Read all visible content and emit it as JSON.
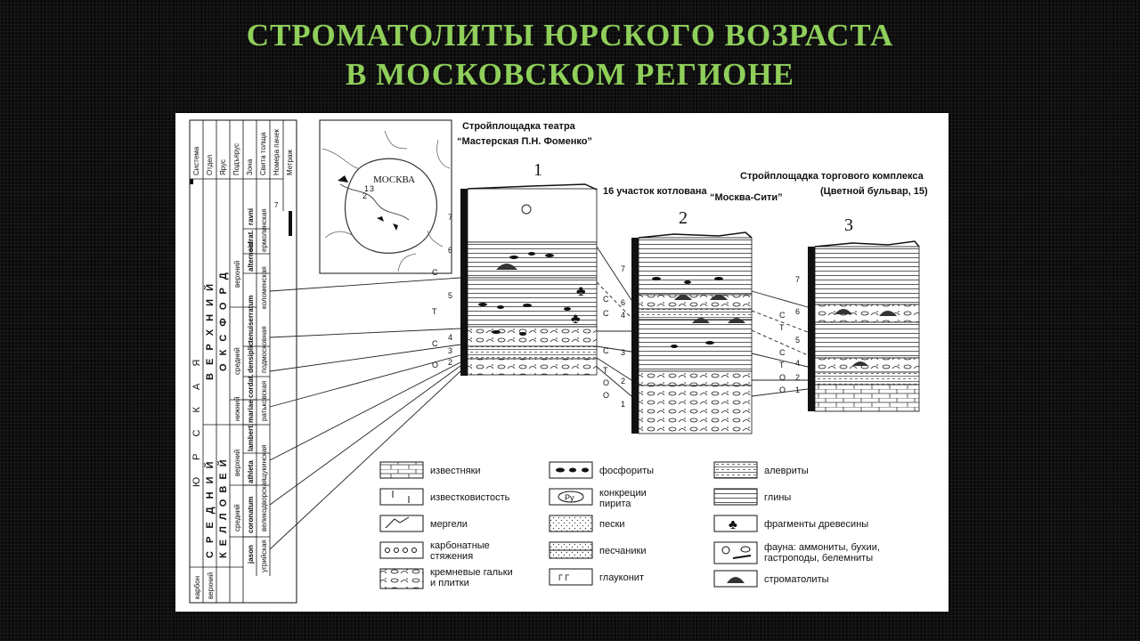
{
  "title": {
    "line1": "СТРОМАТОЛИТЫ ЮРСКОГО ВОЗРАСТА",
    "line2": "В МОСКОВСКОМ РЕГИОНЕ",
    "color": "#8fcf5a"
  },
  "strat_headers": [
    "Система",
    "Отдел",
    "Ярус",
    "Подъярус",
    "Зона",
    "Свита толща",
    "Номера пачек",
    "Метраж"
  ],
  "strat_labels": {
    "jura": "Ю  Р  С  К  А  Я",
    "upper": "В Е Р Х Н И Й",
    "middle": "С Р Е Д Н И Й",
    "oxford": "О К С Ф О Р Д",
    "callov": "К Е Л Л О В Е Й",
    "upper_substage": "верхний",
    "middle_substage": "средний",
    "lower_substage": "нижний",
    "callov_upper": "верхний",
    "callov_middle": "средний",
    "carbon": "карбон",
    "carbon_upper": "верхний",
    "zones": [
      "ravni",
      "serrat.",
      "alternoid.",
      "tenuiserratum",
      "densiplic.",
      "cordat.",
      "mariae",
      "lamberti",
      "athleta",
      "coronatum",
      "jason"
    ],
    "suites": [
      "ермолинская",
      "коломенская",
      "подмосковная",
      "ратьковская",
      "щукинская",
      "великодворская",
      "угрийская"
    ],
    "pack_number": "7"
  },
  "map": {
    "label": "МОСКВА"
  },
  "sections": [
    {
      "number": "1",
      "title_line1": "Стройплощадка театра",
      "title_line2": "“Мастерская П.Н. Фоменко”",
      "packs": [
        "7",
        "6",
        "5",
        "4",
        "3",
        "2"
      ],
      "markers": [
        "С",
        "Т",
        "С",
        "О"
      ]
    },
    {
      "number": "2",
      "title": "16 участок котлована",
      "subtitle": "“Москва-Сити”",
      "packs": [
        "7",
        "6",
        "4",
        "3",
        "2",
        "1"
      ],
      "markers": [
        "С",
        "С",
        "С",
        "Т",
        "О",
        "О"
      ]
    },
    {
      "number": "3",
      "title_line1": "Стройплощадка торгового комплекса",
      "title_line2": "(Цветной бульвар, 15)",
      "packs": [
        "7",
        "6",
        "5",
        "4",
        "2",
        "1"
      ],
      "markers": [
        "С",
        "Т",
        "С",
        "Т",
        "О",
        "О"
      ]
    }
  ],
  "legend": [
    [
      "известняки",
      "известковистость",
      "мергели",
      "карбонатные стяжения",
      "кремневые гальки и плитки"
    ],
    [
      "фосфориты",
      "конкреции пирита",
      "пески",
      "песчаники",
      "глауконит"
    ],
    [
      "алевриты",
      "глины",
      "фрагменты древесины",
      "фауна: аммониты, бухии, гастроподы, белемниты",
      "строматолиты"
    ]
  ],
  "legend_lines": {
    "carbonate_1": "карбонатные",
    "carbonate_2": "стяжения",
    "flint_1": "кремневые гальки",
    "flint_2": "и плитки",
    "pyrite_1": "конкреции",
    "pyrite_2": "пирита",
    "fauna_1": "фауна: аммониты, бухии,",
    "fauna_2": "гастроподы, белемниты",
    "pyrite_symbol": "Ру",
    "glauconite_symbol": "Г  Г"
  }
}
